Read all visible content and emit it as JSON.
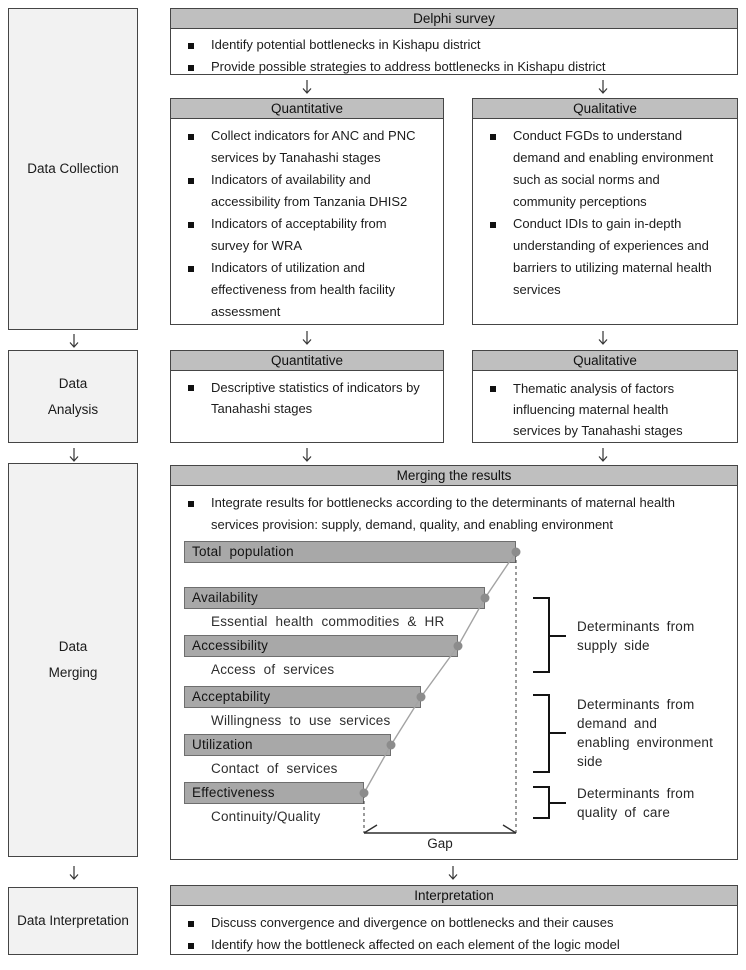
{
  "left_column": {
    "stages": [
      {
        "label": "Data Collection"
      },
      {
        "label": "Data\nAnalysis"
      },
      {
        "label": "Data\nMerging"
      },
      {
        "label": "Data Interpretation"
      }
    ]
  },
  "delphi": {
    "header": "Delphi survey",
    "bullets": [
      "Identify potential bottlenecks in Kishapu district",
      "Provide possible strategies to address bottlenecks in Kishapu district"
    ]
  },
  "collection": {
    "quantitative": {
      "header": "Quantitative",
      "bullets": [
        "Collect indicators for ANC and PNC services by Tanahashi stages",
        "Indicators of availability and accessibility from Tanzania DHIS2",
        "Indicators of acceptability from survey for WRA",
        "Indicators of utilization and effectiveness from health facility assessment"
      ]
    },
    "qualitative": {
      "header": "Qualitative",
      "bullets": [
        "Conduct FGDs to understand demand and enabling environment such as social norms and community perceptions",
        "Conduct IDIs to gain in-depth understanding of experiences and barriers to utilizing maternal health services"
      ]
    }
  },
  "analysis": {
    "quantitative": {
      "header": "Quantitative",
      "bullets": [
        "Descriptive statistics of indicators by Tanahashi stages"
      ]
    },
    "qualitative": {
      "header": "Qualitative",
      "bullets": [
        "Thematic analysis of factors influencing maternal health services by Tanahashi stages"
      ]
    }
  },
  "merging": {
    "header": "Merging the results",
    "bullets": [
      "Integrate results for bottlenecks according to the determinants of maternal health services provision: supply, demand, quality, and enabling environment"
    ]
  },
  "interpretation": {
    "header": "Interpretation",
    "bullets": [
      "Discuss convergence and divergence on bottlenecks and their causes",
      "Identify how the bottleneck affected on each element of the logic model"
    ]
  },
  "chart_data": {
    "type": "bar",
    "stages": [
      {
        "label": "Total population",
        "sublabel": "",
        "relative_width": 1.0
      },
      {
        "label": "Availability",
        "sublabel": "Essential health commodities & HR",
        "relative_width": 0.91
      },
      {
        "label": "Accessibility",
        "sublabel": "Access of services",
        "relative_width": 0.83
      },
      {
        "label": "Acceptability",
        "sublabel": "Willingness to use services",
        "relative_width": 0.71
      },
      {
        "label": "Utilization",
        "sublabel": "Contact of services",
        "relative_width": 0.62
      },
      {
        "label": "Effectiveness",
        "sublabel": "Continuity/Quality",
        "relative_width": 0.54
      }
    ],
    "gap_label": "Gap",
    "brackets": [
      {
        "label": "Determinants from\nsupply side"
      },
      {
        "label": "Determinants from\ndemand and\nenabling environment\nside"
      },
      {
        "label": "Determinants from\nquality of care"
      }
    ]
  },
  "colors": {
    "header_bg": "#bfbfbf",
    "left_box_bg": "#f2f2f2",
    "bar_fill": "#a8a8a8",
    "bar_border": "#6e6e6e",
    "box_border": "#454545"
  }
}
